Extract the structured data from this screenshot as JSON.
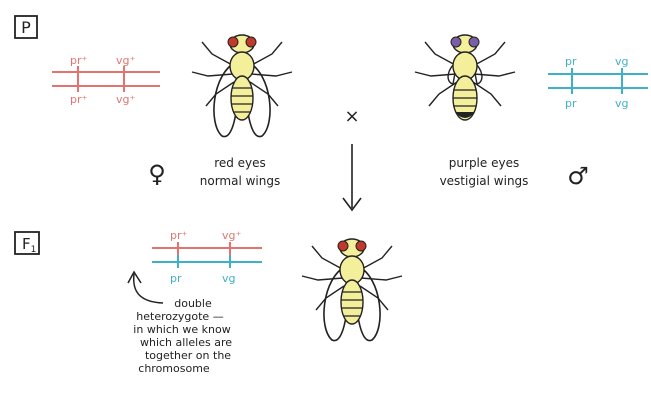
{
  "labels": {
    "p_box": "P",
    "f1_box": "F",
    "f1_sub": "1",
    "cross": "×",
    "female_symbol": "♀",
    "male_symbol": "♂"
  },
  "female": {
    "top_alleles": [
      "pr⁺",
      "vg⁺"
    ],
    "bottom_alleles": [
      "pr⁺",
      "vg⁺"
    ],
    "phenotype": [
      "red eyes",
      "normal wings"
    ]
  },
  "male": {
    "top_alleles": [
      "pr",
      "vg"
    ],
    "bottom_alleles": [
      "pr",
      "vg"
    ],
    "phenotype": [
      "purple eyes",
      "vestigial wings"
    ]
  },
  "f1": {
    "top_alleles": [
      "pr⁺",
      "vg⁺"
    ],
    "bottom_alleles": [
      "pr",
      "vg"
    ],
    "note": [
      "double",
      "heterozygote —",
      "in which we know",
      "which alleles are",
      "together on the",
      "chromosome"
    ]
  },
  "colors": {
    "wild_type": "#e2736f",
    "mutant": "#3eb1c8",
    "ink": "#222222",
    "body_fill": "#f3ef9a",
    "red_eye": "#c0392b",
    "purple_eye": "#7a5fa8"
  }
}
